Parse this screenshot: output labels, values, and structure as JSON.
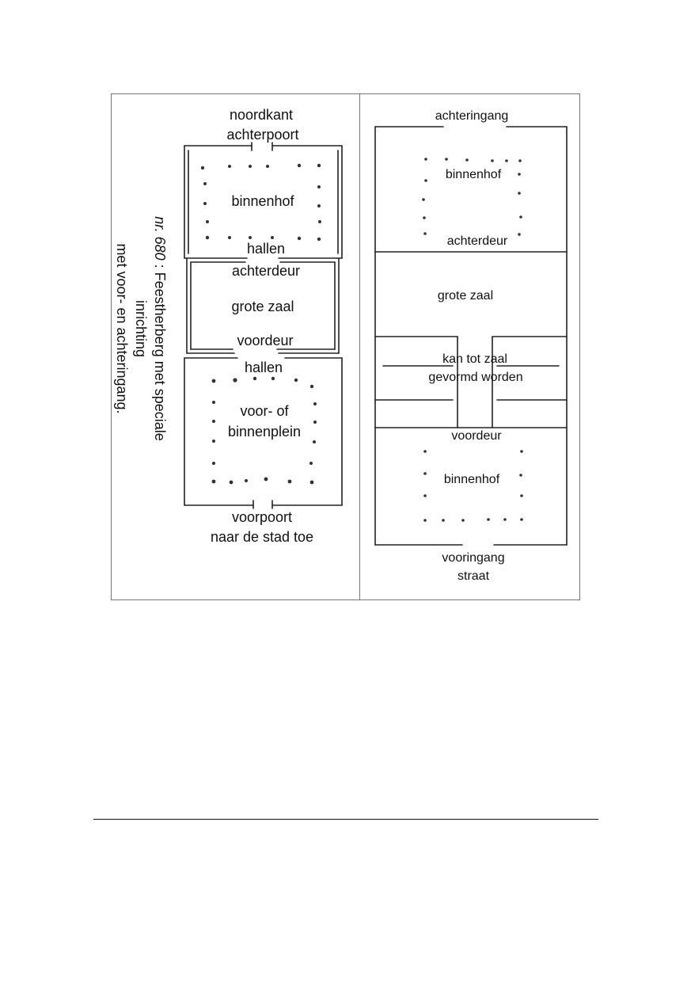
{
  "left_plan": {
    "north_side": "noordkant",
    "back_gate": "achterpoort",
    "inner_court": "binnenhof",
    "halls_top": "hallen",
    "back_door": "achterdeur",
    "great_hall": "grote zaal",
    "front_door": "voordeur",
    "halls_bottom": "hallen",
    "front_court_line1": "voor- of",
    "front_court_line2": "binnenplein",
    "front_gate": "voorpoort",
    "to_town": "naar de stad toe"
  },
  "caption": {
    "number": "nr. 680",
    "separator": " : ",
    "line1": "Feestherberg met speciale inrichting",
    "line2": "met voor- en achteringang."
  },
  "right_plan": {
    "back_entrance": "achteringang",
    "inner_court_top": "binnenhof",
    "back_door": "achterdeur",
    "great_hall": "grote zaal",
    "convertible_line1": "kan tot zaal",
    "convertible_line2": "gevormd worden",
    "front_door": "voordeur",
    "inner_court_bottom": "binnenhof",
    "front_entrance": "vooringang",
    "street": "straat"
  }
}
